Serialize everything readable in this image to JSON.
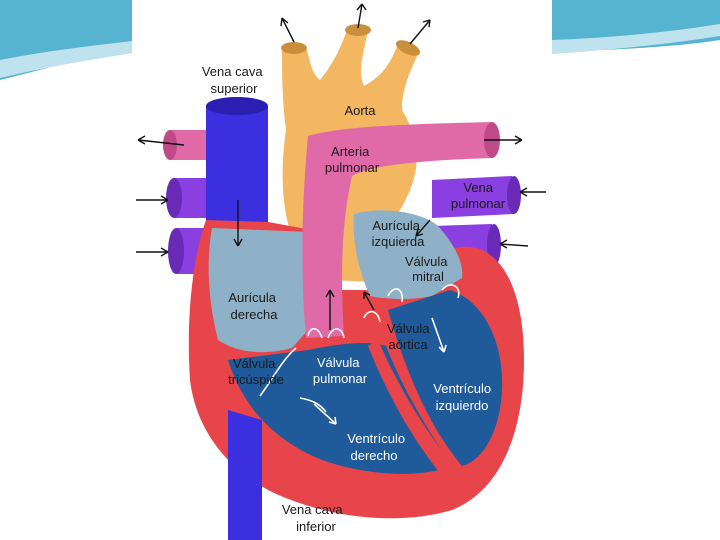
{
  "diagram": {
    "labels": {
      "vena_cava_superior": [
        "Vena cava",
        "superior"
      ],
      "aorta": [
        "Aorta"
      ],
      "arteria_pulmonar": [
        "Arteria",
        "pulmonar"
      ],
      "vena_pulmonar": [
        "Vena",
        "pulmonar"
      ],
      "auricula_izquierda": [
        "Aurícula",
        "izquierda"
      ],
      "valvula_mitral": [
        "Válvula",
        "mitral"
      ],
      "auricula_derecha": [
        "Aurícula",
        "derecha"
      ],
      "valvula_aortica": [
        "Válvula",
        "aórtica"
      ],
      "valvula_tricuspide": [
        "Válvula",
        "tricúspide"
      ],
      "valvula_pulmonar": [
        "Válvula",
        "pulmonar"
      ],
      "ventriculo_izquierdo": [
        "Ventrículo",
        "izquierdo"
      ],
      "ventriculo_derecho": [
        "Ventrículo",
        "derecho"
      ],
      "vena_cava_inferior": [
        "Vena cava",
        "inferior"
      ]
    },
    "colors": {
      "vena_cava": "#3b2fe0",
      "pulmonary_vein": "#8a3fe0",
      "pulmonary_artery": "#e06aa8",
      "aorta": "#f2b760",
      "myocardium": "#e8454a",
      "atrium_chamber": "#8fb1c8",
      "ventricle_chamber": "#1f5a9a",
      "slide_accent": "#3aa7c9"
    }
  }
}
